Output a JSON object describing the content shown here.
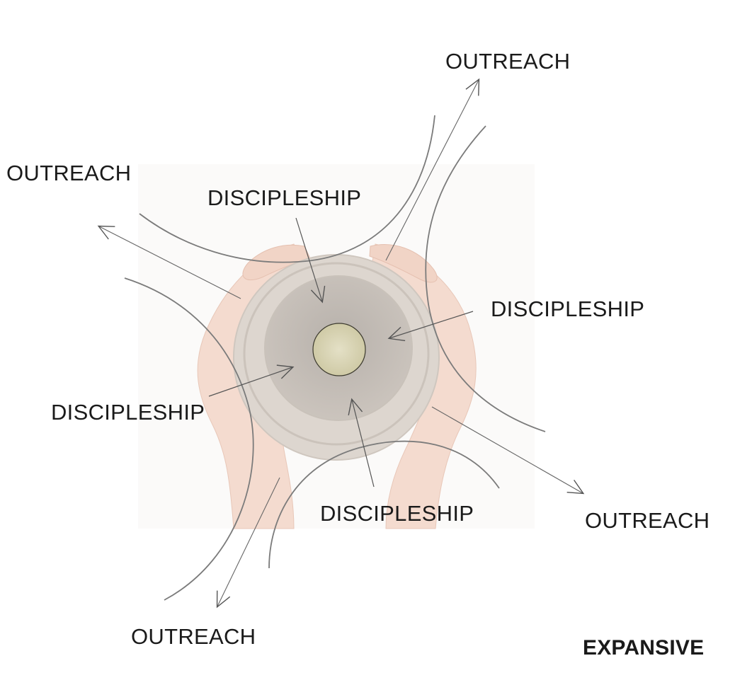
{
  "labels": {
    "outreach_top_right": "OUTREACH",
    "outreach_left": "OUTREACH",
    "outreach_bottom_right": "OUTREACH",
    "outreach_bottom": "OUTREACH",
    "discipleship_top": "DISCIPLESHIP",
    "discipleship_right": "DISCIPLESHIP",
    "discipleship_left": "DISCIPLESHIP",
    "discipleship_bottom": "DISCIPLESHIP"
  },
  "title": "EXPANSIVE",
  "colors": {
    "text": "#1a1a1a",
    "curve": "#7a7a7a",
    "arrow": "#555555",
    "skin": "#f3d8cb",
    "skin_shadow": "#e6bfae",
    "pot": "#d9d3cc",
    "pot_inner": "#bdb7b1",
    "pot_center": "#d6d2b3"
  }
}
